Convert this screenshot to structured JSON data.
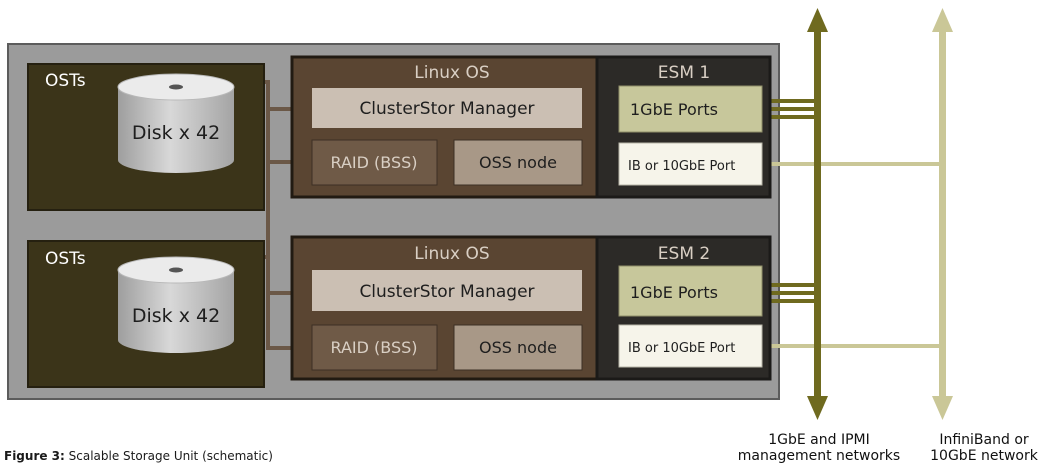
{
  "units": [
    {
      "osts_label": "OSTs",
      "disk_label": "Disk x 42",
      "os_label": "Linux OS",
      "manager_label": "ClusterStor Manager",
      "raid_label": "RAID (BSS)",
      "oss_label": "OSS node",
      "esm_label": "ESM 1",
      "gbe_ports_label": "1GbE Ports",
      "ib_port_label": "IB or 10GbE Port"
    },
    {
      "osts_label": "OSTs",
      "disk_label": "Disk x 42",
      "os_label": "Linux OS",
      "manager_label": "ClusterStor Manager",
      "raid_label": "RAID (BSS)",
      "oss_label": "OSS node",
      "esm_label": "ESM 2",
      "gbe_ports_label": "1GbE Ports",
      "ib_port_label": "IB or 10GbE Port"
    }
  ],
  "networks": {
    "management_line1": "1GbE and IPMI",
    "management_line2": "management networks",
    "data_line1": "InfiniBand or",
    "data_line2": "10GbE network"
  },
  "caption": {
    "number": "Figure 3:",
    "text": "Scalable Storage Unit (schematic)"
  },
  "colors": {
    "chassis": "#9b9b9b",
    "ost_box": "#3b3419",
    "os_box": "#5a4532",
    "esm_box": "#2c2a27",
    "manager_box": "#cbbfb3",
    "raid_box": "#6f5a47",
    "oss_box": "#a89887",
    "gbe_ports_box": "#c7c79b",
    "ib_port_box": "#f6f4ea",
    "management_network": "#6f6a1f",
    "data_network": "#cac797",
    "internal_link": "#6b5847"
  }
}
